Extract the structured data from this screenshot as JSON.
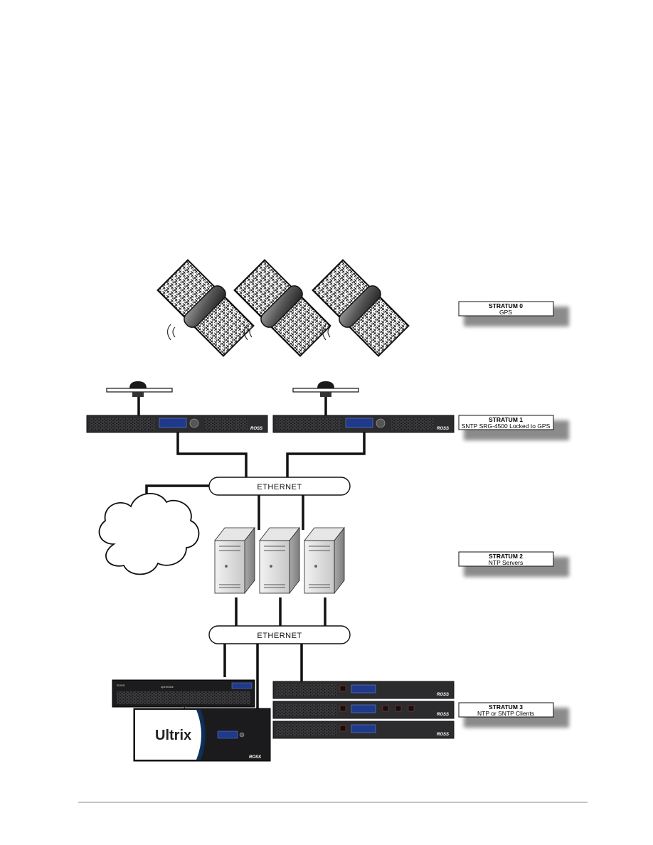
{
  "stratum_labels": [
    {
      "title": "STRATUM 0",
      "subtitle": "GPS"
    },
    {
      "title": "STRATUM 1",
      "subtitle": "SNTP SRG-4500 Locked to GPS"
    },
    {
      "title": "STRATUM 2",
      "subtitle": "NTP Servers"
    },
    {
      "title": "STRATUM 3",
      "subtitle": "NTP or SNTP Clients"
    }
  ],
  "networks": [
    {
      "label": "ETHERNET"
    },
    {
      "label": "ETHERNET"
    }
  ],
  "device_text": {
    "ross_brand": "ROSS",
    "ultrix_brand": "Ultrix",
    "opengear_brand": "openGear"
  }
}
